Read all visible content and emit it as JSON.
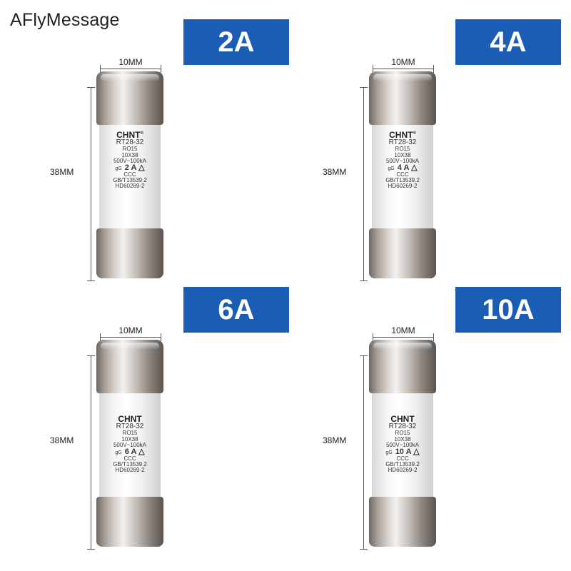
{
  "watermark": "AFlyMessage",
  "dimensions": {
    "width": "10MM",
    "height": "38MM"
  },
  "fuse_label": {
    "brand": "CHNT",
    "registered": "®",
    "model": "RT28-32",
    "line2": "RO15",
    "size": "10X38",
    "voltage": "500V~100kA",
    "class": "gG",
    "standard1": "GB/T13539.2",
    "standard2": "HD60269-2",
    "mark_ccc": "CCC",
    "mark_tri": "△"
  },
  "products": [
    {
      "badge": "2A",
      "rating": "2 A"
    },
    {
      "badge": "4A",
      "rating": "4 A"
    },
    {
      "badge": "6A",
      "rating": "6 A"
    },
    {
      "badge": "10A",
      "rating": "10 A"
    }
  ],
  "colors": {
    "badge_bg": "#1b5db5",
    "badge_text": "#ffffff"
  }
}
